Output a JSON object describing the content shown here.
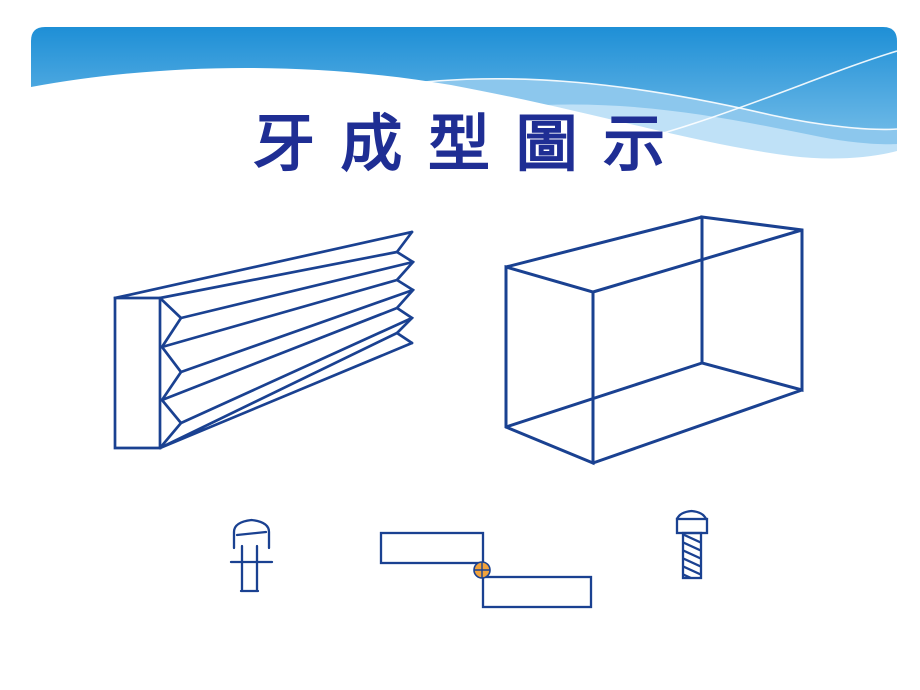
{
  "slide": {
    "title": "牙 成 型 圖 示"
  },
  "colors": {
    "background": "#FFFFFF",
    "line": "#1A4191",
    "title": "#1F2E94",
    "header_top": "#1E8FD6",
    "header_bottom": "#86C6EC",
    "wave_light": "#8CC7ED",
    "wave_lighter": "#BFE1F7",
    "blank_fill": "#F2A33C"
  },
  "figures": [
    {
      "name": "thread-rolling-die-wireframe"
    },
    {
      "name": "rectangular-box-wireframe"
    },
    {
      "name": "screw-blank-icon"
    },
    {
      "name": "rolling-dies-with-blank-icon"
    },
    {
      "name": "threaded-screw-icon"
    }
  ]
}
